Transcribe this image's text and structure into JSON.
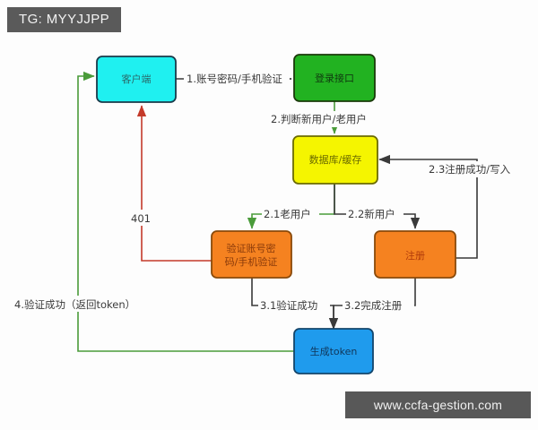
{
  "banner": {
    "text": "TG: MYYJJPP"
  },
  "watermark": {
    "text": "www.ccfa-gestion.com"
  },
  "colors": {
    "client_fill": "#1ff0f0",
    "client_stroke": "#1a3a4a",
    "login_fill": "#22b221",
    "login_stroke": "#1a3a0a",
    "db_fill": "#f5f500",
    "db_stroke": "#6b6b00",
    "verify_fill": "#f58220",
    "verify_stroke": "#8a4a0a",
    "register_fill": "#f58220",
    "register_stroke": "#8a4a0a",
    "token_fill": "#1f9bed",
    "token_stroke": "#13456b",
    "arrow_dark": "#3a3a3a",
    "arrow_green": "#4a9b3a",
    "arrow_red": "#c43a2a",
    "banner_bg": "#5a5a5a"
  },
  "nodes": [
    {
      "id": "client",
      "label": "客户端",
      "lines": [
        "客户端"
      ],
      "text_color": "#2a6a6a"
    },
    {
      "id": "login",
      "label": "登录接口",
      "lines": [
        "登录接口"
      ],
      "text_color": "#103a10"
    },
    {
      "id": "db",
      "label": "数据库/缓存",
      "lines": [
        "数据库/缓存"
      ],
      "text_color": "#6b6b00"
    },
    {
      "id": "verify",
      "label": "验证账号密码/手机验证",
      "lines": [
        "验证账号密",
        "码/手机验证"
      ],
      "text_color": "#8a3a0a"
    },
    {
      "id": "register",
      "label": "注册",
      "lines": [
        "注册"
      ],
      "text_color": "#b03a0a"
    },
    {
      "id": "token",
      "label": "生成token",
      "lines": [
        "生成token"
      ],
      "text_color": "#10365a"
    }
  ],
  "edges": [
    {
      "id": "e1",
      "label": "1.账号密码/手机验证",
      "from": "client",
      "to": "login",
      "color": "dark"
    },
    {
      "id": "e2",
      "label": "2.判断新用户/老用户",
      "from": "login",
      "to": "db",
      "color": "green"
    },
    {
      "id": "e21",
      "label": "2.1老用户",
      "from": "db",
      "to": "verify",
      "color": "green"
    },
    {
      "id": "e22",
      "label": "2.2新用户",
      "from": "db",
      "to": "register",
      "color": "dark"
    },
    {
      "id": "e23",
      "label": "2.3注册成功/写入",
      "from": "register",
      "to": "db",
      "color": "dark"
    },
    {
      "id": "e31",
      "label": "3.1验证成功",
      "from": "verify",
      "to": "token",
      "color": "dark"
    },
    {
      "id": "e32",
      "label": "3.2完成注册",
      "from": "register",
      "to": "token",
      "color": "dark"
    },
    {
      "id": "e4",
      "label": "4.验证成功（返回token）",
      "from": "token",
      "to": "client",
      "color": "green"
    },
    {
      "id": "e401",
      "label": "401",
      "from": "verify",
      "to": "client",
      "color": "red"
    }
  ]
}
